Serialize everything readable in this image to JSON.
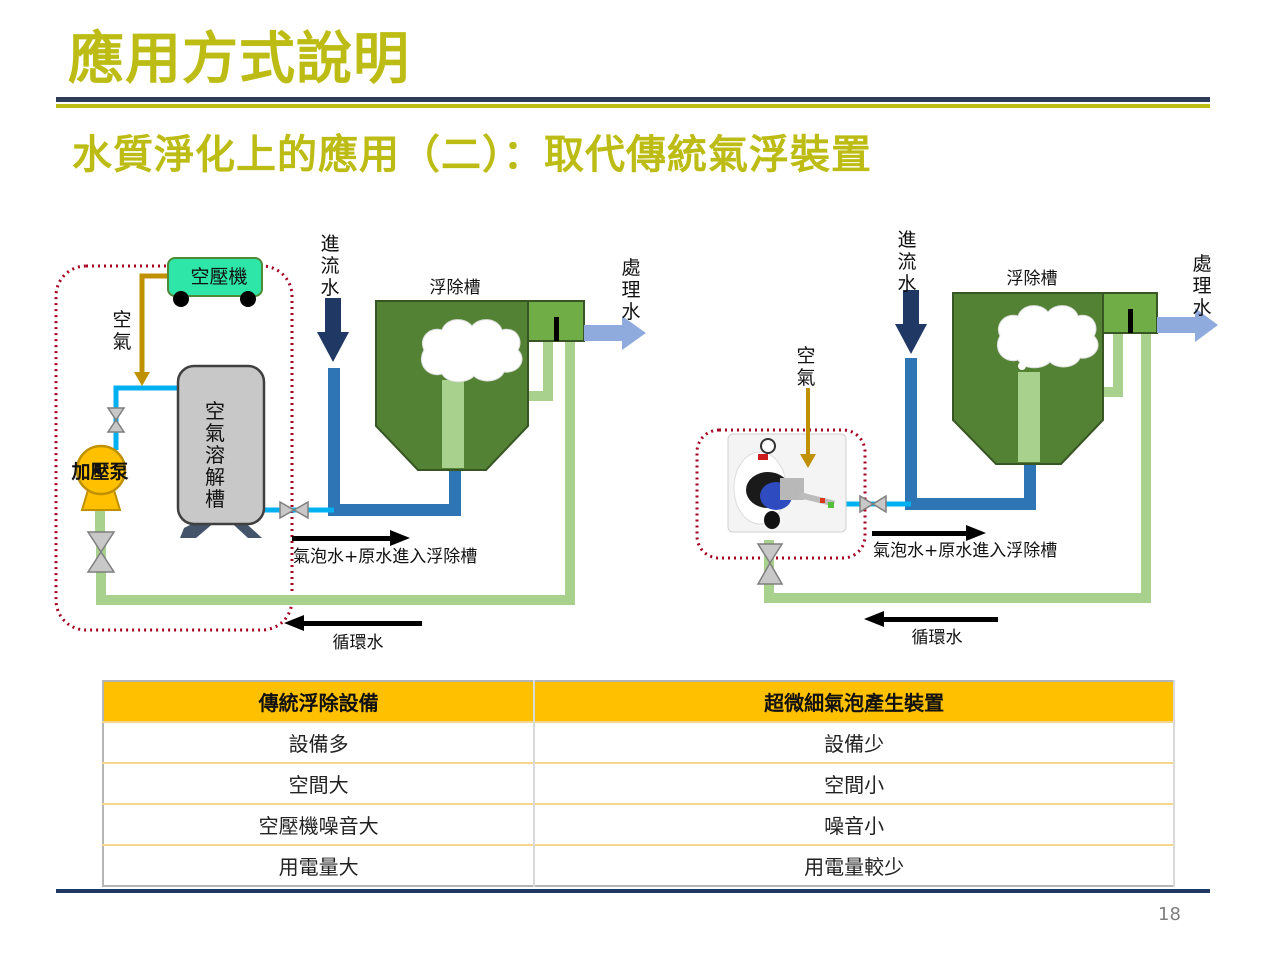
{
  "header": {
    "title": "應用方式說明",
    "subtitle": "水質淨化上的應用（二）：取代傳統氣浮裝置"
  },
  "colors": {
    "title": "#bcbc14",
    "rule_navy": "#2d3b58",
    "tank_green": "#548235",
    "return_pipe": "#a9d18e",
    "inflow_pipe": "#2e75b6",
    "inflow_arrow": "#1f3864",
    "air_line": "#bf9000",
    "bubble_water_line": "#00b0f0",
    "compressor": "#2ee6a8",
    "pump": "#ffc000",
    "outflow_arrow": "#8faadc",
    "dashed_box": "#a50021",
    "table_header": "#ffc000"
  },
  "diagram_left": {
    "compressor_label": "空壓機",
    "air_label": "空氣",
    "dissolution_tank_label": "空氣溶解槽",
    "pump_label": "加壓泵",
    "inflow_label": "進流水",
    "flotation_tank_label": "浮除槽",
    "treated_label": "處理水",
    "flow_label": "氣泡水+原水進入浮除槽",
    "return_label": "循環水"
  },
  "diagram_right": {
    "air_label": "空氣",
    "device_image": "micro-bubble-generator-photo",
    "inflow_label": "進流水",
    "flotation_tank_label": "浮除槽",
    "treated_label": "處理水",
    "flow_label": "氣泡水+原水進入浮除槽",
    "return_label": "循環水"
  },
  "comparison_table": {
    "headers": [
      "傳統浮除設備",
      "超微細氣泡產生裝置"
    ],
    "rows": [
      [
        "設備多",
        "設備少"
      ],
      [
        "空間大",
        "空間小"
      ],
      [
        "空壓機噪音大",
        "噪音小"
      ],
      [
        "用電量大",
        "用電量較少"
      ]
    ]
  },
  "footer": {
    "page_number": "18"
  }
}
